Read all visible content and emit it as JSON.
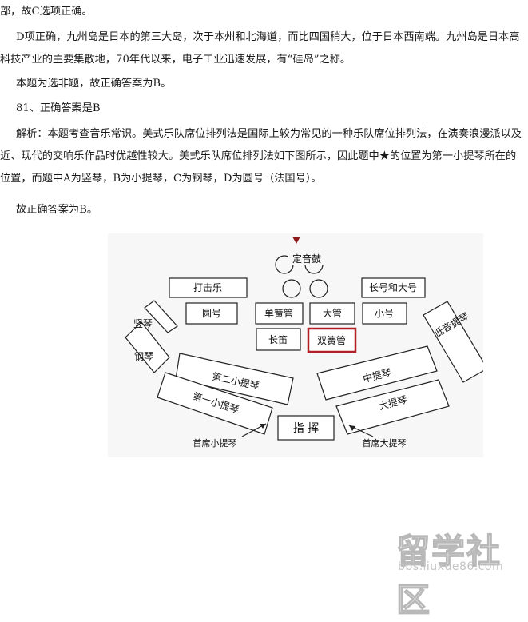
{
  "paragraphs": [
    "部，故C选项正确。",
    "D项正确，九州岛是日本的第三大岛，次于本州和北海道，而比四国稍大，位于日本西南端。九州岛是日本高科技产业的主要集散地，70年代以来，电子工业迅速发展，有“硅岛”之称。",
    "本题为选非题，故正确答案为B。",
    "81、正确答案是B",
    "解析：本题考查音乐常识。美式乐队席位排列法是国际上较为常见的一种乐队席位排列法，在演奏浪漫派以及近、现代的交响乐作品时优越性较大。美式乐队席位排列法如下图所示，因此题中★的位置为第一小提琴所在的位置，而题中A为竖琴，B为小提琴，C为钢琴，D为圆号（法国号）。",
    "故正确答案为B。"
  ],
  "diagram": {
    "timpani": "定音鼓",
    "percussion": "打击乐",
    "horn": "圆号",
    "oboe": "单簧管",
    "trumpet": "大管",
    "trumpet_tuba": "长号和大号",
    "trombone": "小号",
    "flute": "长笛",
    "clarinet": "双簧管",
    "harp": "竖琴",
    "piano": "钢琴",
    "double_bass": "低音提琴",
    "second_violin": "第二小提琴",
    "viola": "中提琴",
    "first_violin": "第一小提琴",
    "cello": "大提琴",
    "conductor": "指 挥",
    "concertmaster": "首席小提琴",
    "principal_cello": "首席大提琴"
  },
  "watermark": {
    "main": "留学社区",
    "sub": "bbs.liuxue86.com"
  },
  "colors": {
    "highlight_border": "#b21f24",
    "marker": "#8b1a1a"
  }
}
